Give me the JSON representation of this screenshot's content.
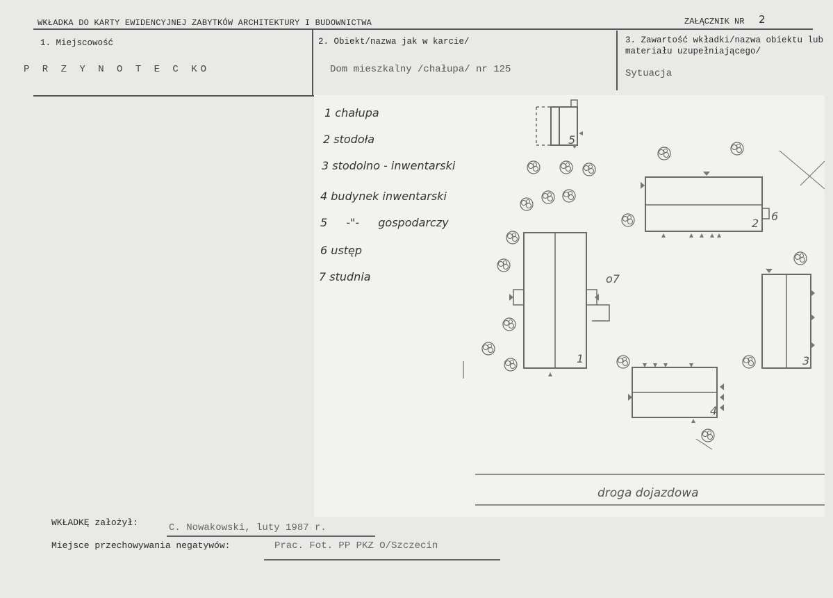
{
  "header": {
    "title": "WKŁADKA DO KARTY EWIDENCYJNEJ ZABYTKÓW ARCHITEKTURY I BUDOWNICTWA",
    "annex_label": "ZAŁĄCZNIK NR",
    "annex_number": "2"
  },
  "fields": {
    "c1_label": "1. Miejscowość",
    "c1_value": "P R Z Y N O T E C KO",
    "c2_label": "2. Obiekt/nazwa jak w karcie/",
    "c2_value": "Dom mieszkalny /chałupa/ nr 125",
    "c3_label": "3. Zawartość wkładki/nazwa obiektu lub materiału uzupełniającego/",
    "c3_value": "Sytuacja"
  },
  "legend": [
    "1 chałupa",
    "2 stodoła",
    "3 stodolno - inwentarski",
    "4 budynek inwentarski",
    "5 -\"- gospodarczy",
    "6 ustęp",
    "7 studnia"
  ],
  "map_labels": {
    "b1": "1",
    "b2": "2",
    "b3": "3",
    "b4": "4",
    "b5": "5",
    "b6": "6",
    "b7": "o7",
    "road": "droga dojazdowa"
  },
  "footer": {
    "created_label": "WKŁADKĘ założył:",
    "created_value": "C. Nowakowski, luty 1987 r.",
    "negatives_label": "Miejsce przechowywania negatywów:",
    "negatives_value": "Prac. Fot. PP PKZ O/Szczecin"
  },
  "colors": {
    "paper": "#e9e9e7",
    "sketch_bg": "#f2f2ef",
    "ink": "#2a2a2a",
    "pencil": "#6a6a6a"
  }
}
